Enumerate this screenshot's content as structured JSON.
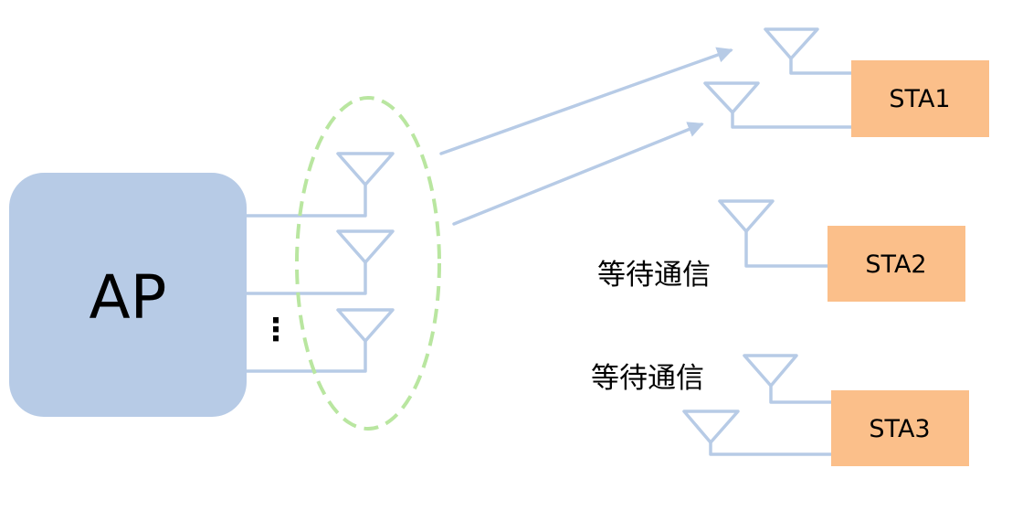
{
  "colors": {
    "ap_fill": "#b7cbe6",
    "sta_fill": "#fbbf8a",
    "wire": "#b7cbe6",
    "beam_group_outline": "#b9e6a0"
  },
  "ap": {
    "label": "AP",
    "ellipsis": "⋮"
  },
  "stations": [
    {
      "id": "sta1",
      "label": "STA1"
    },
    {
      "id": "sta2",
      "label": "STA2",
      "status": "等待通信"
    },
    {
      "id": "sta3",
      "label": "STA3",
      "status": "等待通信"
    }
  ]
}
